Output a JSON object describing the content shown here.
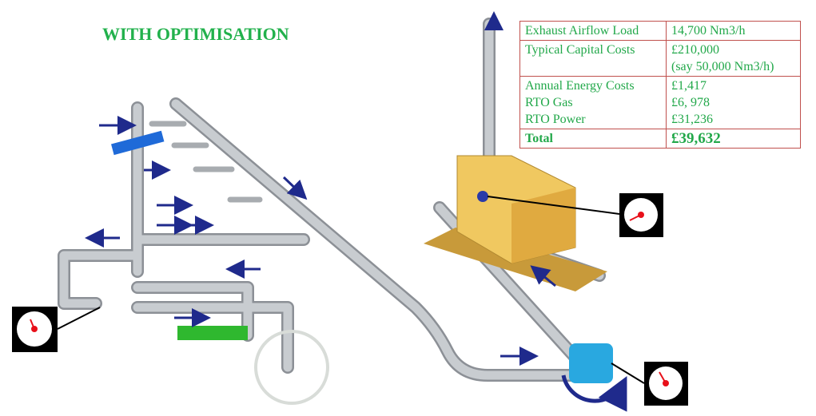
{
  "title": "WITH OPTIMISATION",
  "table": {
    "airflow_label": "Exhaust Airflow Load",
    "airflow_value": "14,700 Nm3/h",
    "capital_label": "Typical Capital Costs",
    "capital_value": "£210,000",
    "capital_note": "(say 50,000 Nm3/h)",
    "energy_label": "Annual Energy Costs",
    "energy_value": "£1,417",
    "gas_label": "RTO Gas",
    "gas_value": "£6, 978",
    "power_label": "RTO Power",
    "power_value": "£31,236",
    "total_label": "Total",
    "total_value": "£39,632"
  },
  "colors": {
    "title": "#22b14c",
    "table_text": "#22a84a",
    "table_border": "#c0504d",
    "pipe": "#b8bcc0",
    "arrow": "#1f2a8c",
    "rto": "#e8b84a",
    "fan": "#29a8e0",
    "gauge_needle": "#e8101a"
  }
}
